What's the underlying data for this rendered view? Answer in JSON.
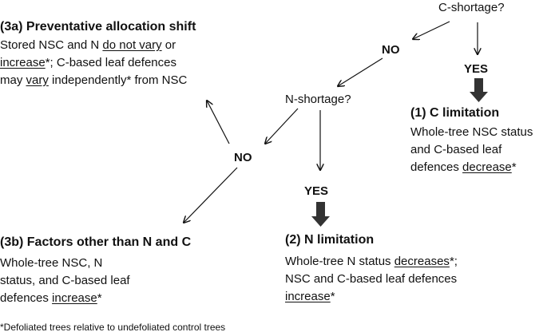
{
  "questions": {
    "c_shortage": "C-shortage?",
    "n_shortage": "N-shortage?"
  },
  "answers": {
    "c_no": "NO",
    "c_yes": "YES",
    "n_no": "NO",
    "n_yes": "YES"
  },
  "outcome_3a": {
    "title": "(3a) Preventative allocation shift",
    "l1_a": "Stored NSC and N ",
    "l1_u": "do not vary",
    "l1_b": " or",
    "l2_u": "increase",
    "l2_b": "*; C-based leaf defences",
    "l3_a": "may ",
    "l3_u": "vary",
    "l3_b": " independently* from NSC"
  },
  "outcome_1": {
    "title": "(1) C limitation",
    "l1": "Whole-tree NSC status",
    "l2": "and C-based leaf",
    "l3_a": "defences ",
    "l3_u": "decrease",
    "l3_b": "*"
  },
  "outcome_3b": {
    "title": "(3b) Factors other than N and C",
    "l1": "Whole-tree NSC, N",
    "l2": "status, and C-based leaf",
    "l3_a": "defences ",
    "l3_u": "increase",
    "l3_b": "*"
  },
  "outcome_2": {
    "title": "(2) N limitation",
    "l1_a": "Whole-tree N status ",
    "l1_u": "decreases",
    "l1_b": "*;",
    "l2": "NSC and C-based leaf defences",
    "l3_u": "increase",
    "l3_b": "*"
  },
  "footnote": "*Defoliated trees relative to undefoliated control trees",
  "colors": {
    "ink": "#111111",
    "arrow": "#111111",
    "block_arrow": "#333333"
  }
}
